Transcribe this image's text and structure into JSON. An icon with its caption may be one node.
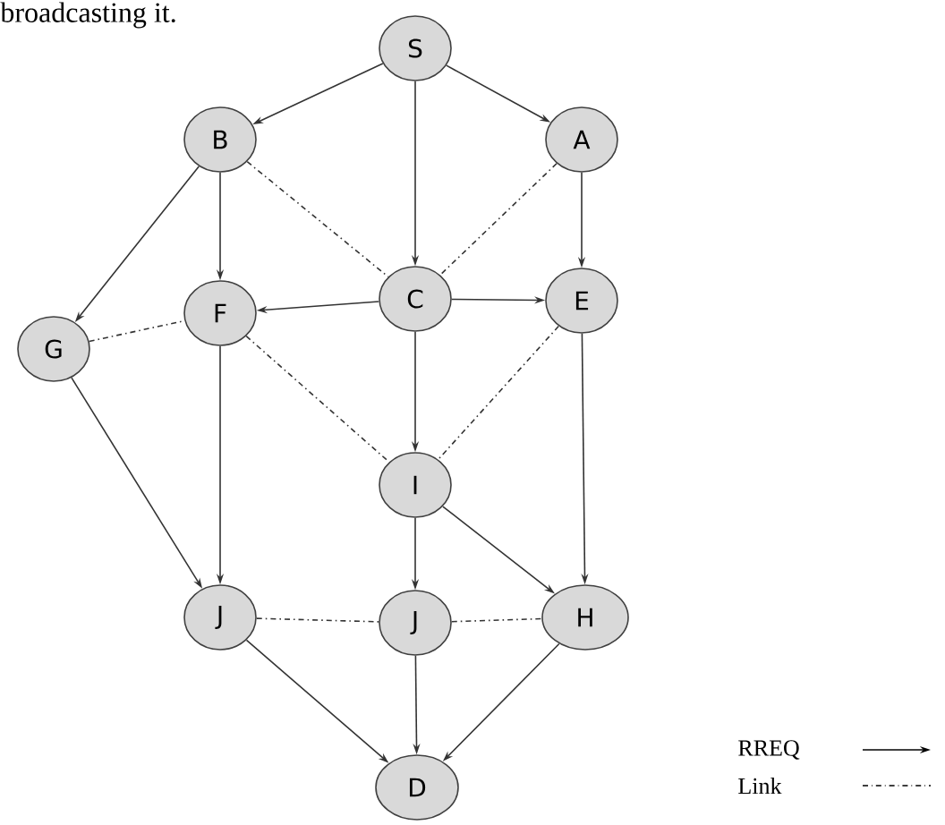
{
  "diagram": {
    "nodes": [
      {
        "text": [
          "S"
        ]
      },
      {
        "text": [
          "B"
        ]
      },
      {
        "text": [
          "A"
        ]
      },
      {
        "text": [
          "G"
        ]
      },
      {
        "text": [
          "F"
        ]
      },
      {
        "text": [
          "C"
        ]
      },
      {
        "text": [
          "E"
        ]
      },
      {
        "text": [
          "I"
        ]
      },
      {
        "text": [
          "J"
        ]
      },
      {
        "text": [
          "J"
        ]
      },
      {
        "text": [
          "H"
        ]
      },
      {
        "text": [
          "D"
        ]
      }
    ],
    "edges": [
      {
        "from": 0,
        "to": 1,
        "arrow": "to"
      },
      {
        "from": 0,
        "to": 5,
        "arrow": "to"
      },
      {
        "from": 0,
        "to": 2,
        "arrow": "to"
      },
      {
        "from": 1,
        "to": 3,
        "arrow": "to"
      },
      {
        "from": 1,
        "to": 4,
        "arrow": "to"
      },
      {
        "from": 2,
        "to": 6,
        "arrow": "to"
      },
      {
        "from": 5,
        "to": 4,
        "arrow": "to"
      },
      {
        "from": 5,
        "to": 6,
        "arrow": "to"
      },
      {
        "from": 5,
        "to": 7,
        "arrow": "to"
      },
      {
        "from": 3,
        "to": 8,
        "arrow": "to"
      },
      {
        "from": 4,
        "to": 8,
        "arrow": "to"
      },
      {
        "from": 7,
        "to": 9,
        "arrow": "to"
      },
      {
        "from": 7,
        "to": 10,
        "arrow": "to"
      },
      {
        "from": 6,
        "to": 10,
        "arrow": "to"
      },
      {
        "from": 8,
        "to": 11,
        "arrow": "to"
      },
      {
        "from": 9,
        "to": 11,
        "arrow": "to"
      },
      {
        "from": 10,
        "to": 11,
        "arrow": "to"
      },
      {
        "from": 1,
        "to": 5,
        "arrow": "none",
        "style": "dashed"
      },
      {
        "from": 2,
        "to": 5,
        "arrow": "none",
        "style": "dashed"
      },
      {
        "from": 3,
        "to": 4,
        "arrow": "none",
        "style": "dashed"
      },
      {
        "from": 4,
        "to": 7,
        "arrow": "none",
        "style": "dashed"
      },
      {
        "from": 6,
        "to": 7,
        "arrow": "none",
        "style": "dashed"
      },
      {
        "from": 8,
        "to": 9,
        "arrow": "none",
        "style": "dashed"
      },
      {
        "from": 9,
        "to": 10,
        "arrow": "none",
        "style": "dashed"
      }
    ],
    "labels": [
      "broadcasting it."
    ],
    "legend": [
      {
        "text": "RREQ"
      },
      {
        "text": "Link"
      }
    ]
  }
}
